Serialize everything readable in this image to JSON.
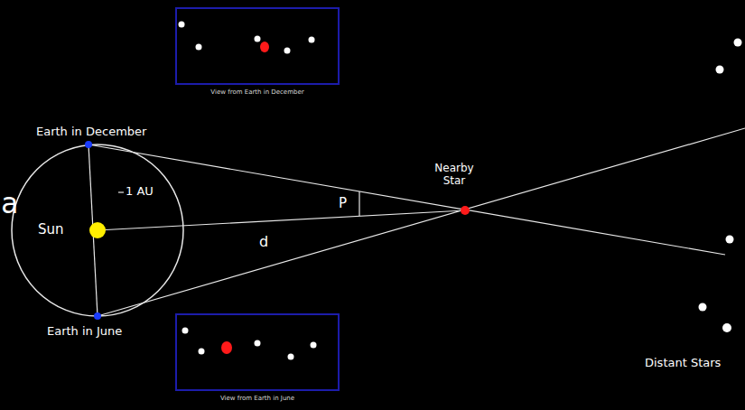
{
  "diagram": {
    "nodes": [
      {
        "text": [
          "View from Earth in December"
        ]
      },
      {
        "text": [
          "View from Earth in June"
        ]
      }
    ],
    "labels": [
      "Earth in December",
      "1 AU",
      "Sun",
      "P",
      "d",
      "Nearby Star",
      "Earth in June",
      "Distant Stars",
      "a"
    ]
  }
}
